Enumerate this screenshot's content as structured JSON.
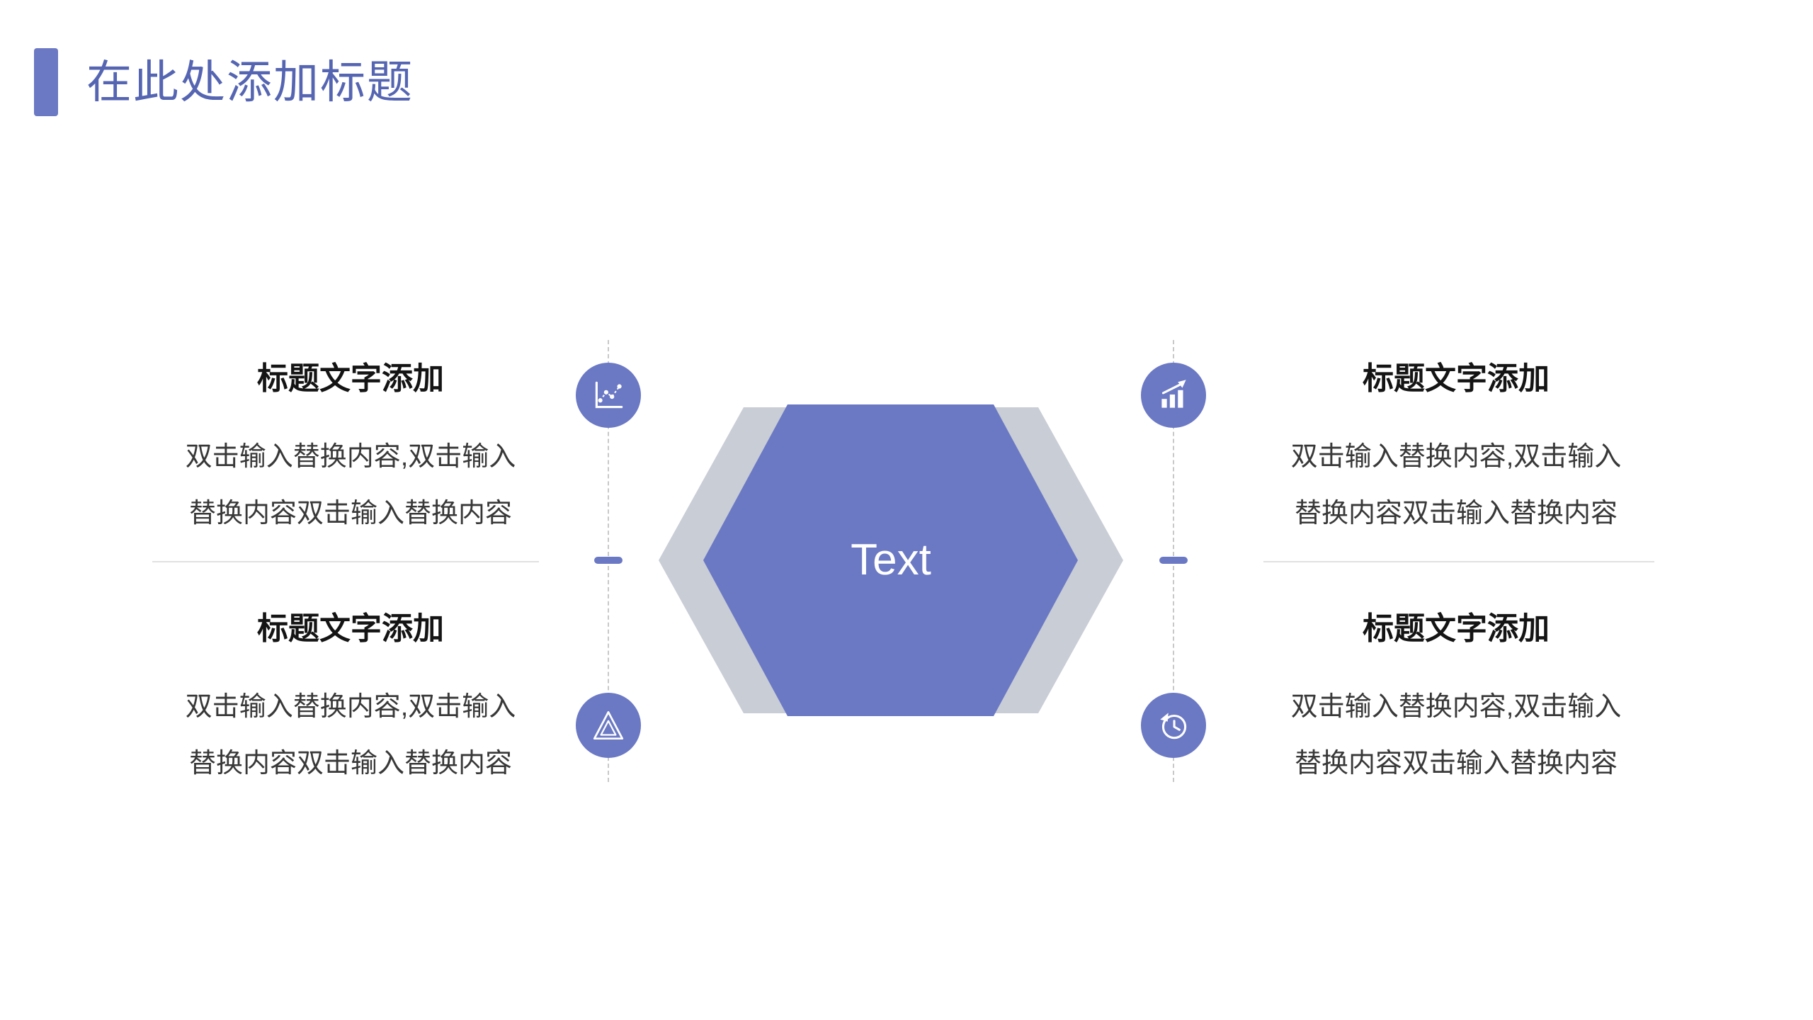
{
  "page": {
    "title": "在此处添加标题"
  },
  "hexagon": {
    "label": "Text"
  },
  "blocks": {
    "left_top": {
      "title": "标题文字添加",
      "body": [
        "双击输入替换内容,双击输入",
        "替换内容双击输入替换内容"
      ]
    },
    "left_bottom": {
      "title": "标题文字添加",
      "body": [
        "双击输入替换内容,双击输入",
        "替换内容双击输入替换内容"
      ]
    },
    "right_top": {
      "title": "标题文字添加",
      "body": [
        "双击输入替换内容,双击输入",
        "替换内容双击输入替换内容"
      ]
    },
    "right_bottom": {
      "title": "标题文字添加",
      "body": [
        "双击输入替换内容,双击输入",
        "替换内容双击输入替换内容"
      ]
    }
  },
  "icons": {
    "left_top": "scatter-line-chart-icon",
    "left_bottom": "pyramid-chart-icon",
    "right_top": "bar-chart-growth-icon",
    "right_bottom": "history-clock-icon"
  },
  "colors": {
    "accent": "#6B79C4",
    "title_text": "#5565B2",
    "chevron_gray": "#C9CDD6",
    "divider": "#E1E1E1",
    "dashed_line": "#C8C8C8",
    "heading_text": "#141414",
    "body_text": "#383838",
    "background": "#FFFFFF"
  }
}
